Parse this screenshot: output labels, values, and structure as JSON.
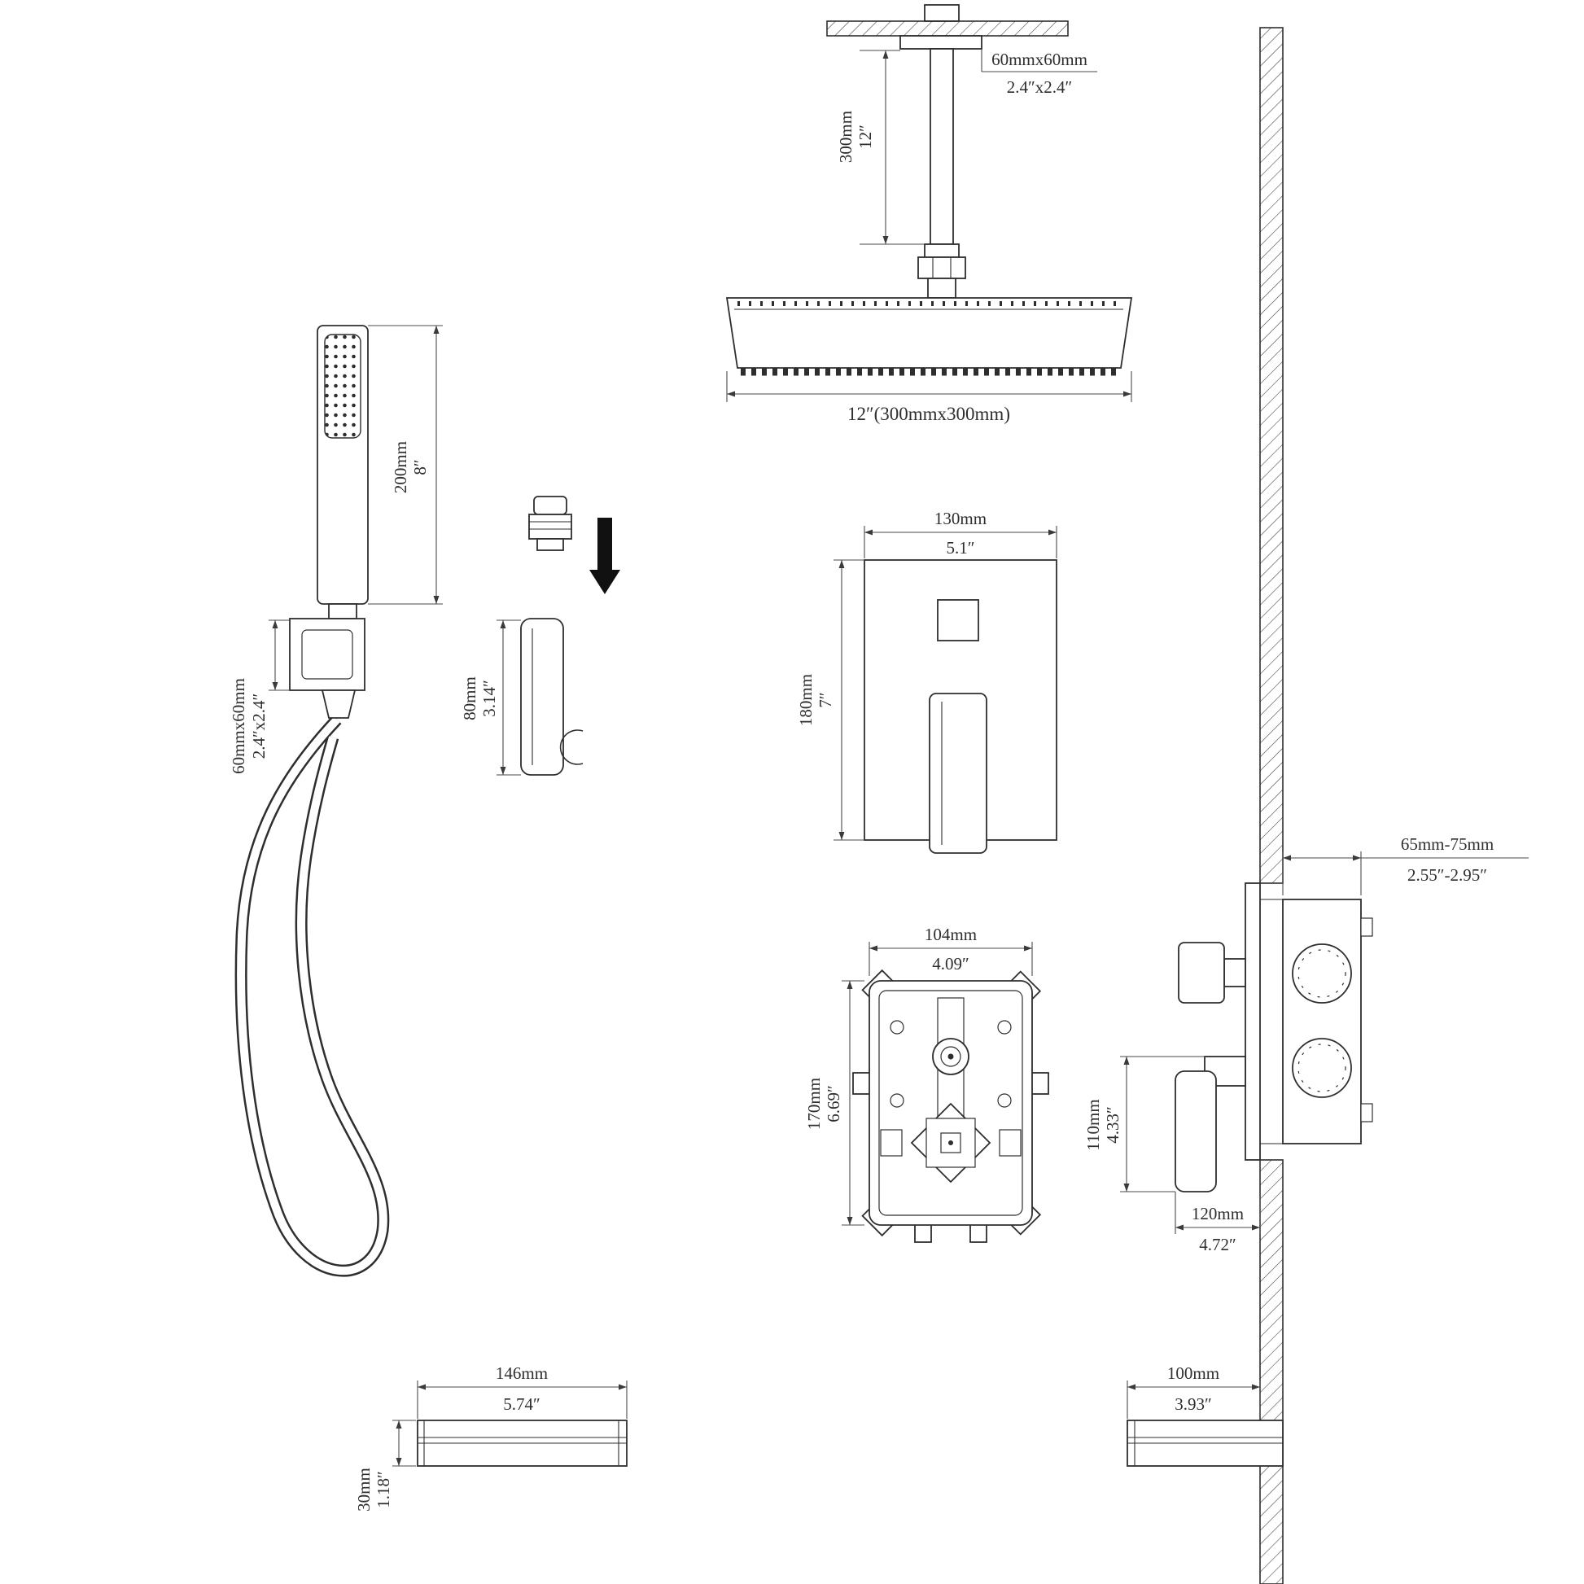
{
  "components": {
    "ceiling_shower": {
      "flange_mm": "60mmx60mm",
      "flange_in": "2.4″x2.4″",
      "arm_mm": "300mm",
      "arm_in": "12″",
      "head_label": "12″(300mmx300mm)"
    },
    "handheld": {
      "length_mm": "200mm",
      "length_in": "8″",
      "bracket_mm": "60mmx60mm",
      "bracket_in": "2.4″x2.4″",
      "holder_mm": "80mm",
      "holder_in": "3.14″"
    },
    "trim_plate": {
      "width_mm": "130mm",
      "width_in": "5.1″",
      "height_mm": "180mm",
      "height_in": "7″"
    },
    "rough_in_valve": {
      "width_mm": "104mm",
      "width_in": "4.09″",
      "height_mm": "170mm",
      "height_in": "6.69″"
    },
    "wall_mixer": {
      "depth_mm": "65mm-75mm",
      "depth_in": "2.55″-2.95″",
      "handle_mm": "110mm",
      "handle_in": "4.33″",
      "width_mm": "120mm",
      "width_in": "4.72″"
    },
    "tub_spout_left": {
      "width_mm": "146mm",
      "width_in": "5.74″",
      "height_mm": "30mm",
      "height_in": "1.18″"
    },
    "tub_spout_right": {
      "width_mm": "100mm",
      "width_in": "3.93″"
    }
  }
}
